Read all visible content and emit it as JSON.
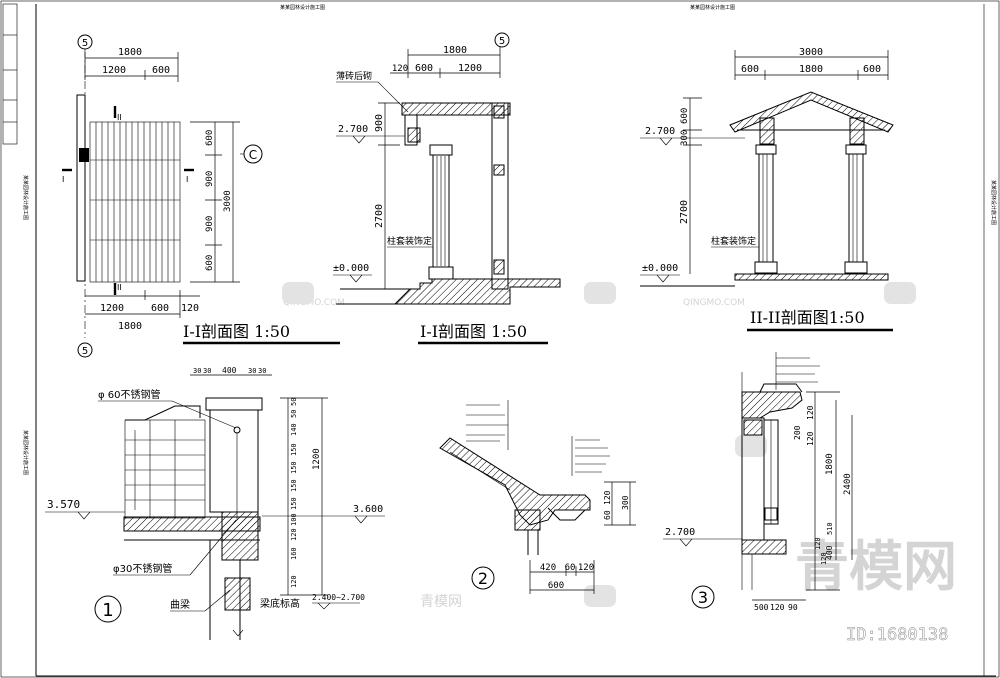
{
  "sheet": {
    "header_left": "某某园林设计施工图",
    "header_right": "某某园林设计施工图",
    "side_left": "某某园林设计施工图",
    "side_left_2": "某某园林设计施工图",
    "side_right": "某某园林设计施工图"
  },
  "plan": {
    "grid_top": "5",
    "grid_bottom": "5",
    "grid_c": "C",
    "sec_i_left": "I",
    "sec_i_right": "I",
    "sec_ii_top": "II",
    "sec_ii_bottom": "II",
    "dim_top_total": "1800",
    "dim_top_a": "1200",
    "dim_top_b": "600",
    "dim_right_a": "600",
    "dim_right_b": "900",
    "dim_right_c": "900",
    "dim_right_d": "600",
    "dim_right_total": "3000",
    "dim_bot_a": "1200",
    "dim_bot_b": "600",
    "dim_bot_c": "120",
    "dim_bot_total": "1800",
    "title": "I-I剖面图 1:50"
  },
  "section1": {
    "grid": "5",
    "dim_total": "1800",
    "dim_a": "120",
    "dim_b": "600",
    "dim_c": "1200",
    "note_brick": "薄砖后砌",
    "elev_top": "2.700",
    "elev_base": "±0.000",
    "dim_v_a": "900",
    "dim_v_b": "2700",
    "note_column": "柱套装饰定",
    "title": "I-I剖面图 1:50"
  },
  "section2": {
    "dim_total": "3000",
    "dim_a": "600",
    "dim_b": "1800",
    "dim_c": "600",
    "elev_top": "2.700",
    "elev_base": "±0.000",
    "dim_v_a": "600",
    "dim_v_b": "300",
    "dim_v_c": "2700",
    "note_column": "柱套装饰定",
    "title": "II-II剖面图1:50"
  },
  "detail1": {
    "label": "1",
    "pipe_top": "φ 60不锈钢管",
    "pipe_bottom": "φ30不锈钢管",
    "elev_left": "3.570",
    "elev_right": "3.600",
    "elev_beam": "2.400~2.700",
    "note_curve_beam": "曲梁",
    "note_beam_bottom": "梁底标高",
    "dims_top": [
      "30",
      "30",
      "400",
      "30",
      "30"
    ],
    "dims_right": [
      "50",
      "50",
      "140",
      "150",
      "150",
      "150",
      "150",
      "100",
      "120",
      "160",
      "120"
    ],
    "dim_total": "1200"
  },
  "detail2": {
    "label": "2",
    "dims_bottom_a": [
      "420",
      "60",
      "120"
    ],
    "dim_bottom_total": "600",
    "dims_right": [
      "60",
      "120",
      "300"
    ]
  },
  "detail3": {
    "label": "3",
    "elev": "2.700",
    "dims_right": [
      "120",
      "200",
      "120",
      "1800",
      "2400",
      "510",
      "120",
      "120",
      "400"
    ],
    "dims_bottom": [
      "500",
      "120",
      "90"
    ]
  },
  "watermark": {
    "brand_cn": "青模网",
    "brand_en": "QINGMO.COM",
    "id_text": "ID:1680138"
  }
}
